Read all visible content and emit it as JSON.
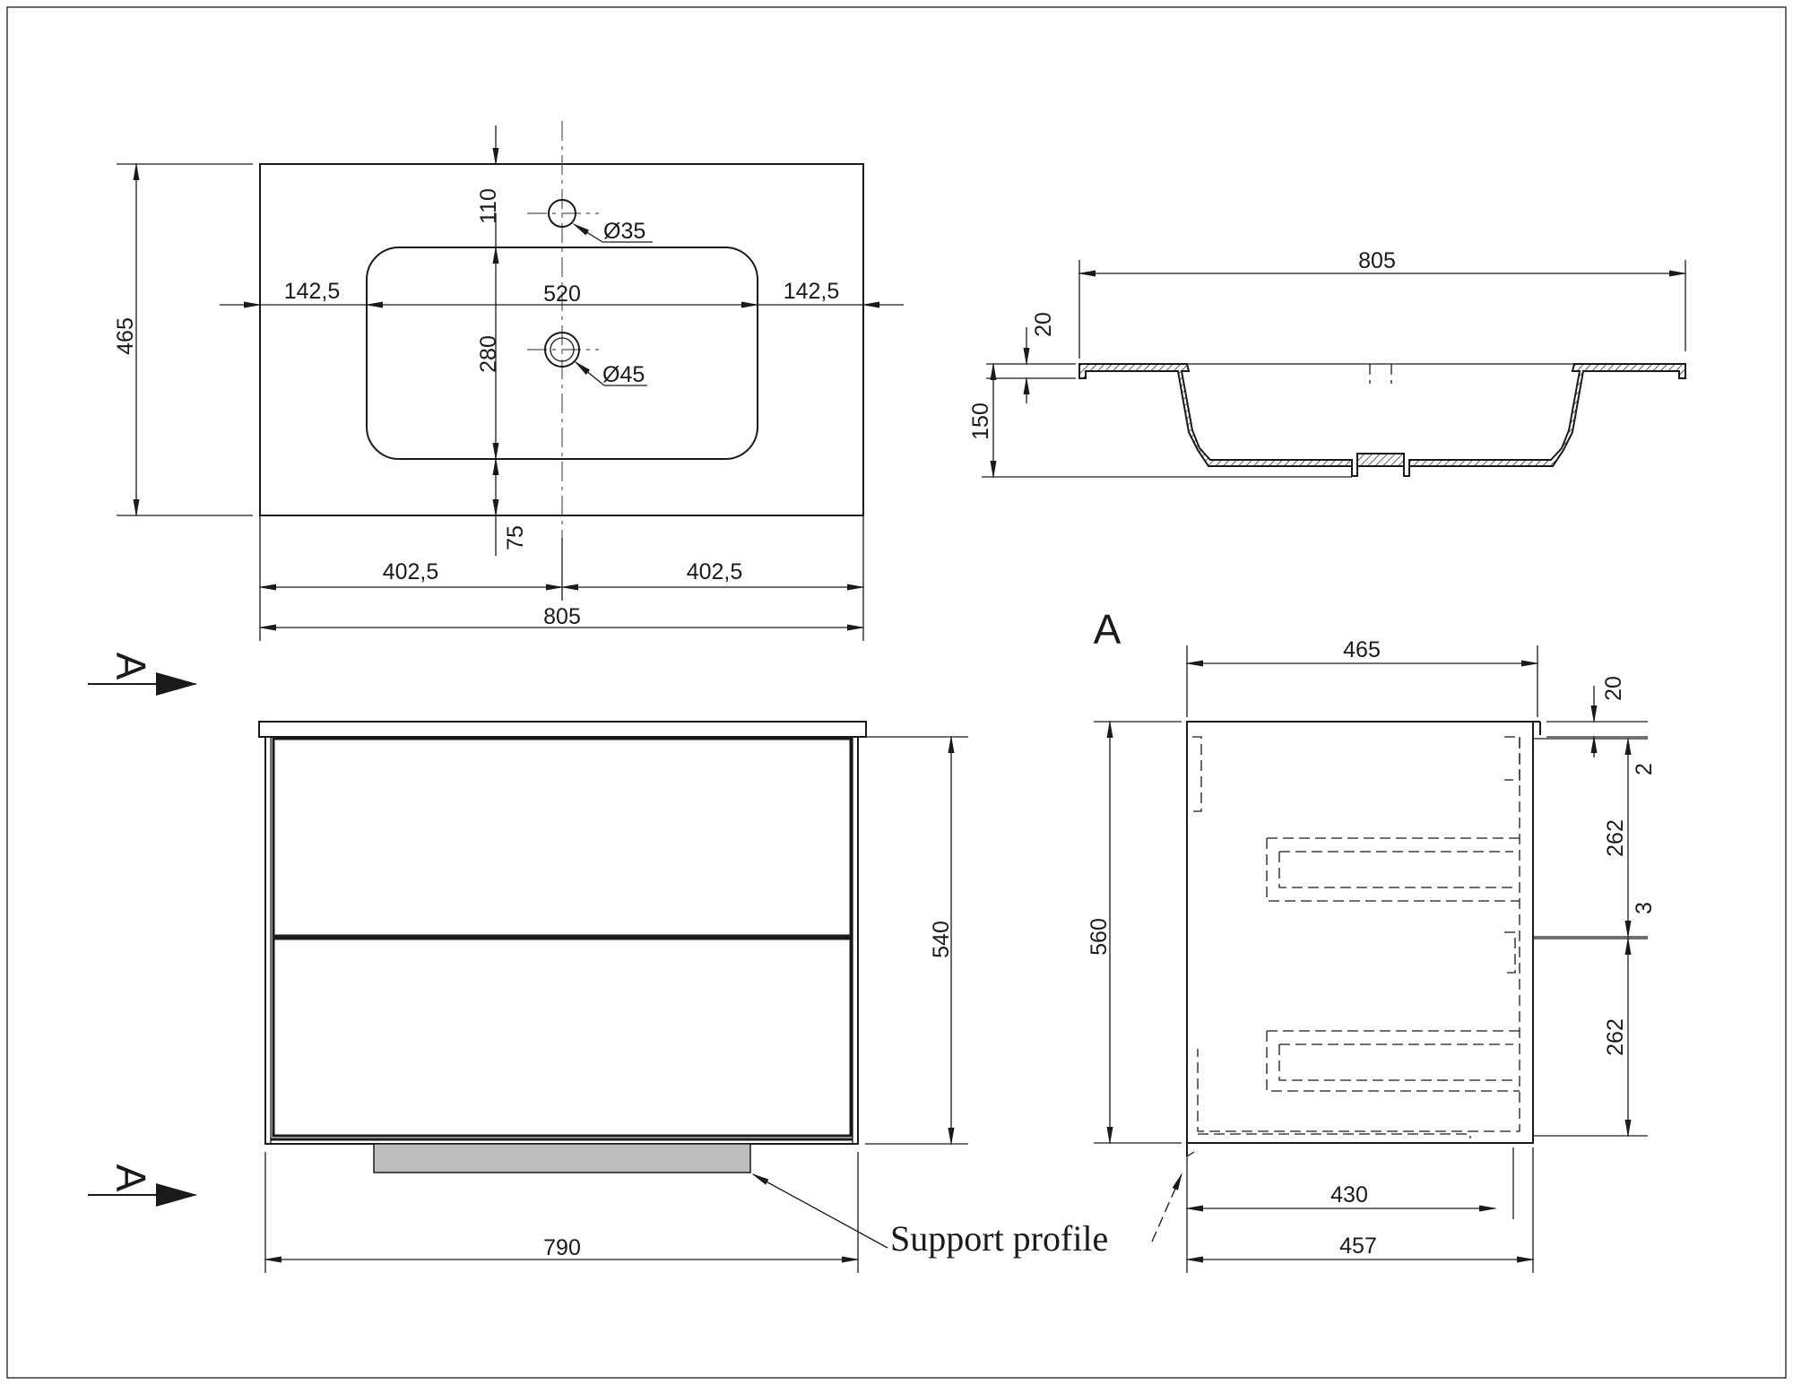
{
  "top_view": {
    "dim_overall_depth": "465",
    "dim_tap_offset": "110",
    "dim_tap_hole": "Ø35",
    "dim_left_margin": "142,5",
    "dim_bowl_width": "520",
    "dim_right_margin": "142,5",
    "dim_bowl_depth": "280",
    "dim_drain_hole": "Ø45",
    "dim_front_margin": "75",
    "dim_half_left": "402,5",
    "dim_half_right": "402,5",
    "dim_overall_width": "805"
  },
  "section_view": {
    "dim_width": "805",
    "dim_rim_thickness": "20",
    "dim_height": "150"
  },
  "front_view": {
    "section_marker_top": "A",
    "section_marker_bottom": "A",
    "dim_cabinet_height": "540",
    "dim_cabinet_width": "790",
    "callout_support_profile": "Support profile"
  },
  "side_view": {
    "view_label": "A",
    "dim_top_depth": "465",
    "dim_top_thickness": "20",
    "dim_gap_top": "2",
    "dim_drawer_upper": "262",
    "dim_gap_middle": "3",
    "dim_drawer_lower": "262",
    "dim_total_height": "560",
    "dim_profile_depth": "430",
    "dim_cabinet_depth": "457"
  }
}
